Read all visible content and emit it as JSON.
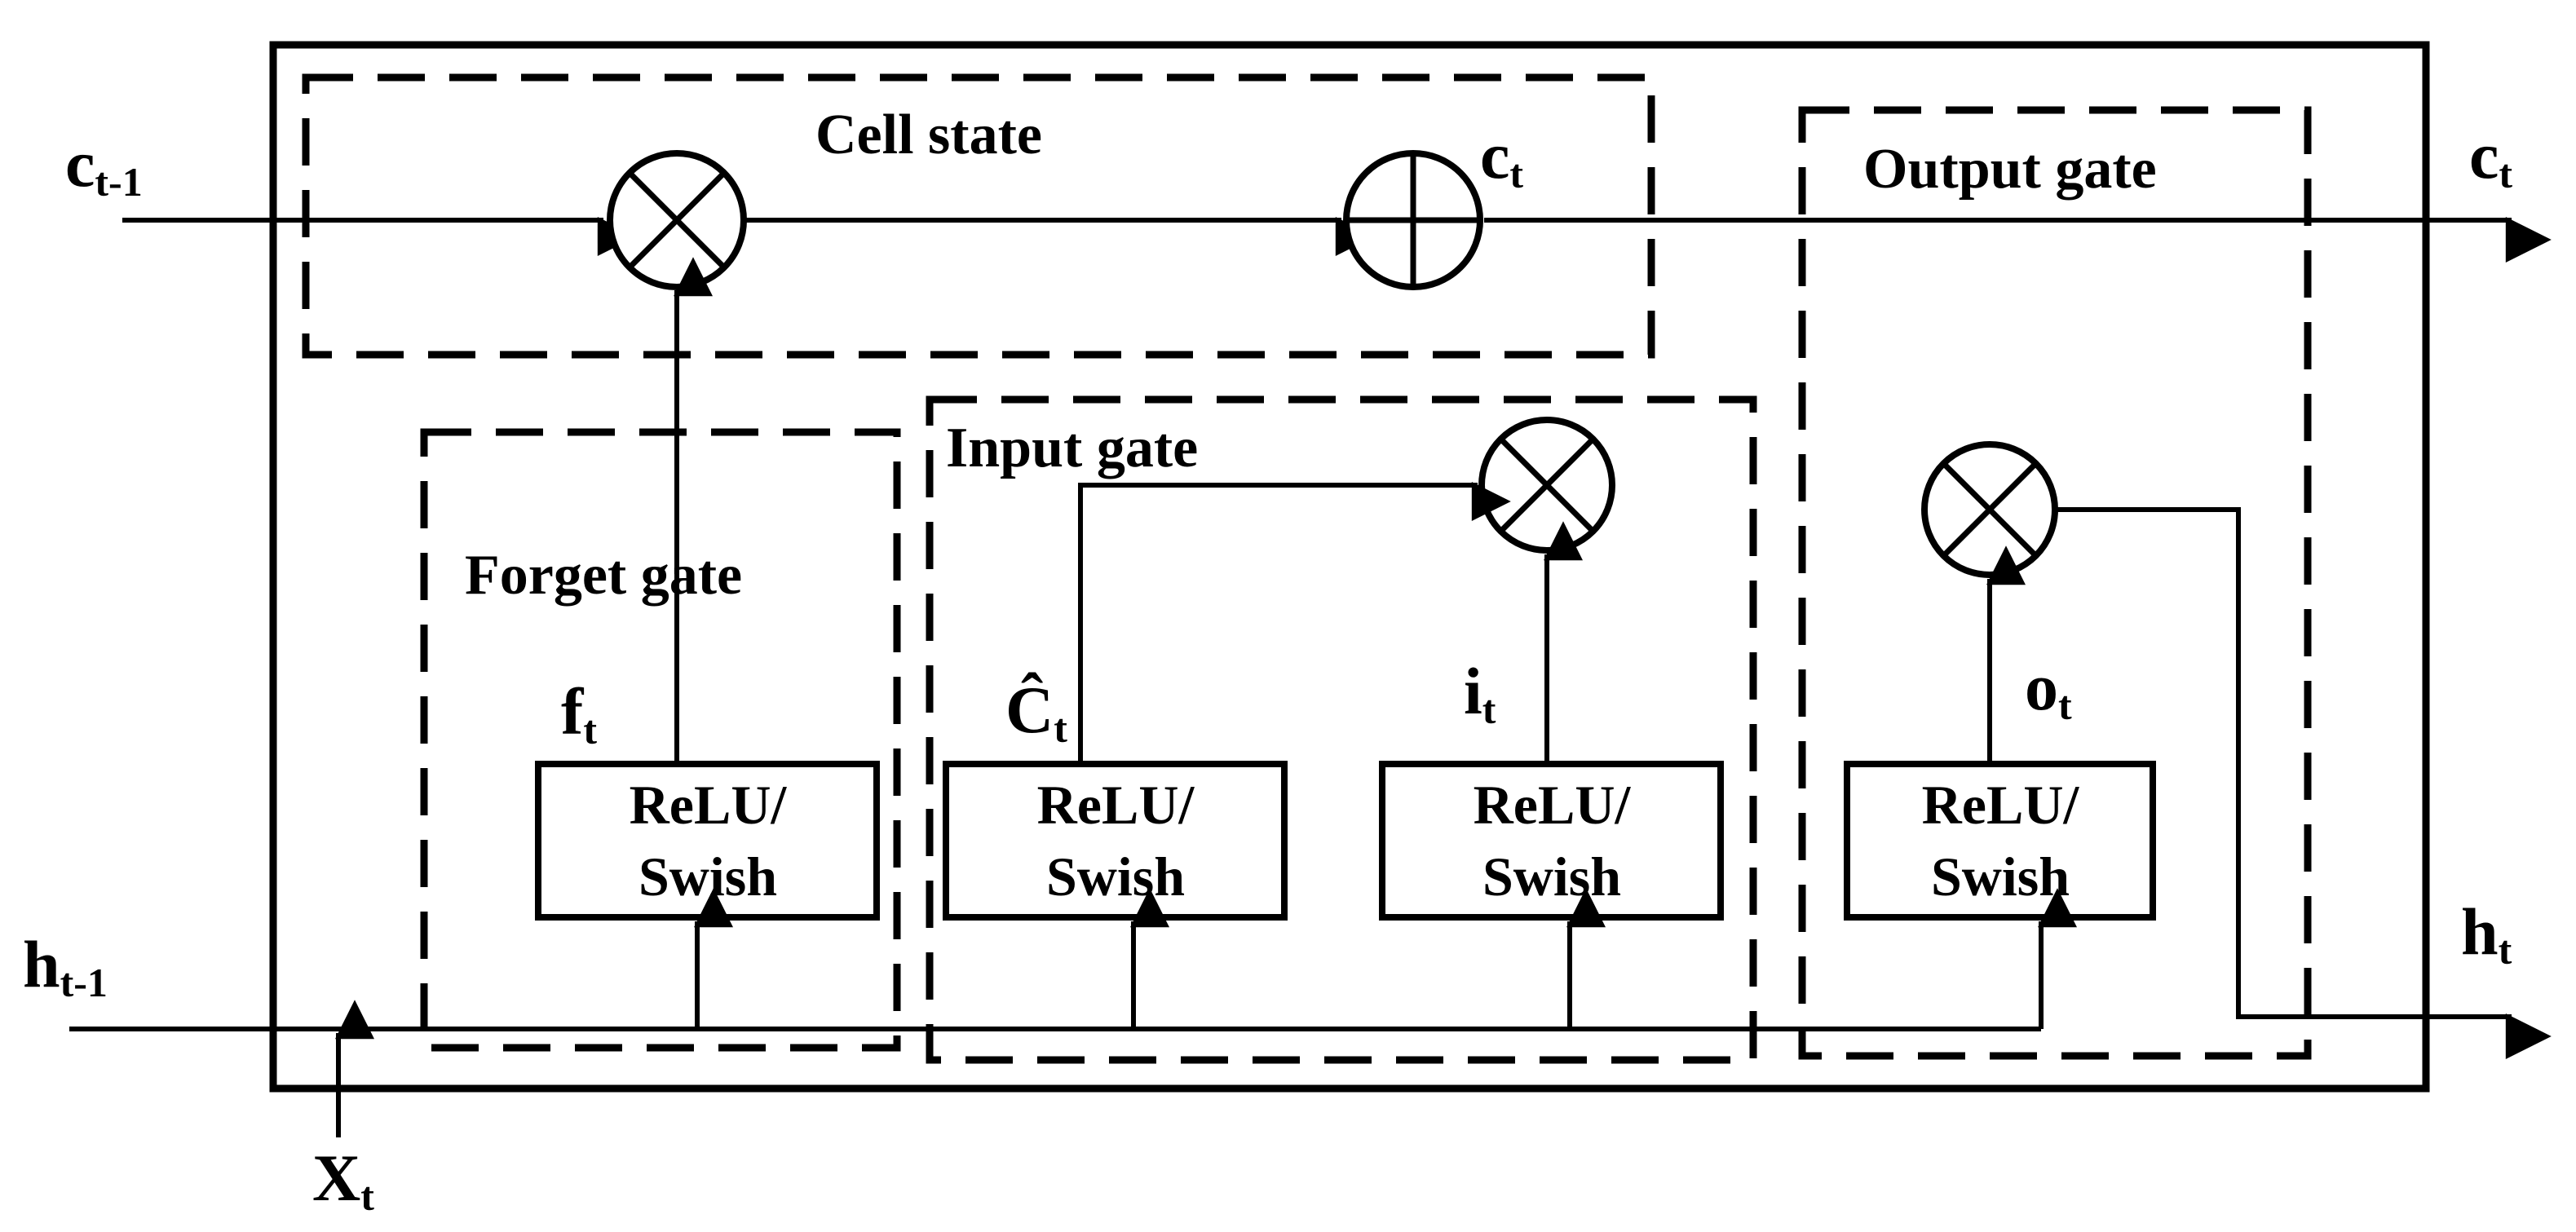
{
  "groups": {
    "cell_state": "Cell state",
    "output_gate": "Output gate",
    "input_gate": "Input gate",
    "forget_gate": "Forget gate"
  },
  "activation": {
    "line1": "ReLU/",
    "line2": "Swish"
  },
  "signals": {
    "c_prev": {
      "base": "c",
      "sub": "t-1"
    },
    "c_t_mid": {
      "base": "c",
      "sub": "t"
    },
    "c_t_out": {
      "base": "c",
      "sub": "t"
    },
    "h_prev": {
      "base": "h",
      "sub": "t-1"
    },
    "h_t": {
      "base": "h",
      "sub": "t"
    },
    "x_t": {
      "base": "X",
      "sub": "t"
    },
    "f_t": {
      "base": "f",
      "sub": "t"
    },
    "c_hat_t": {
      "base": "Ĉ",
      "sub": "t"
    },
    "i_t": {
      "base": "i",
      "sub": "t"
    },
    "o_t": {
      "base": "o",
      "sub": "t"
    }
  }
}
